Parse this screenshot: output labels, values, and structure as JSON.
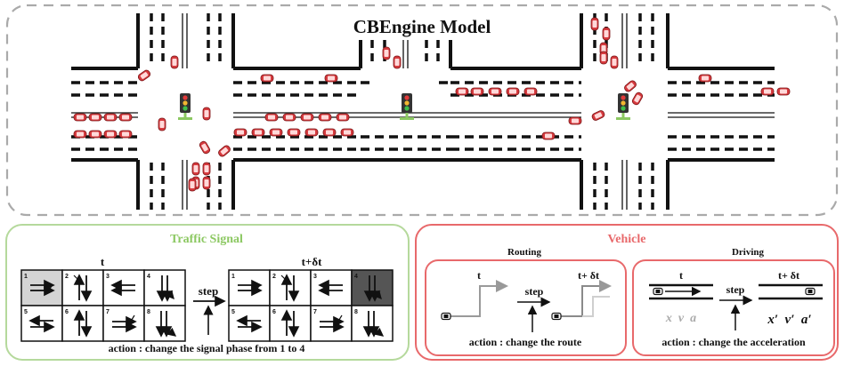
{
  "top": {
    "title": "CBEngine Model"
  },
  "traffic_signal": {
    "title": "Traffic Signal",
    "t_label": "t",
    "t2_label": "t+δt",
    "step_label": "step",
    "action": "action : change the signal phase from 1 to 4",
    "phase_numbers": [
      "1",
      "2",
      "3",
      "4",
      "5",
      "6",
      "7",
      "8"
    ],
    "active_before": "1",
    "active_after": "4"
  },
  "vehicle": {
    "title": "Vehicle",
    "routing": {
      "title": "Routing",
      "t_label": "t",
      "t2_label": "t+ δt",
      "step_label": "step",
      "action": "action : change the route"
    },
    "driving": {
      "title": "Driving",
      "t_label": "t",
      "t2_label": "t+ δt",
      "step_label": "step",
      "vars_before": "x  v  a",
      "vars_after": "x′  v′  a′",
      "action": "action : change the acceleration"
    }
  },
  "colors": {
    "green": "#8cc862",
    "red": "#e8696b",
    "car_red": "#d63a3e",
    "gray": "#999999",
    "dark_cell": "#555555",
    "light_cell": "#d4d4d4"
  }
}
